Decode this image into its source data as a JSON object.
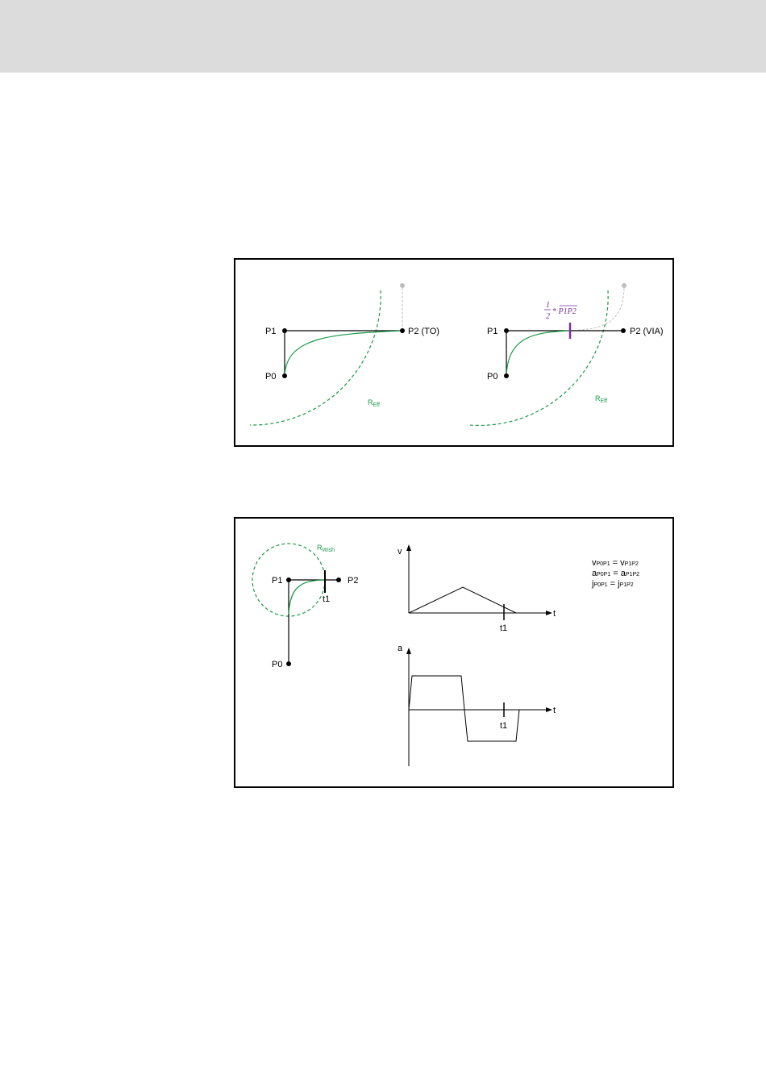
{
  "figure1": {
    "left": {
      "p1": "P1",
      "p0": "P0",
      "p2": "P2 (TO)",
      "radius_main": "R",
      "radius_sub": "Eff"
    },
    "right": {
      "p1": "P1",
      "p0": "P0",
      "p2": "P2 (VIA)",
      "radius_main": "R",
      "radius_sub": "Eff",
      "half_num": "1",
      "half_den": "2",
      "half_expr": "* P1P2"
    }
  },
  "figure2": {
    "path": {
      "p1": "P1",
      "p2": "P2",
      "p0": "P0",
      "t1": "t1",
      "radius_main": "R",
      "radius_sub": "Wish"
    },
    "velocity_chart": {
      "y_label": "v",
      "x_label": "t",
      "t1": "t1"
    },
    "accel_chart": {
      "y_label": "a",
      "x_label": "t",
      "t1": "t1"
    },
    "equations": [
      {
        "lhs_main": "v",
        "lhs_sub": "P0P1",
        "rhs_main": "v",
        "rhs_sub": "P1P2"
      },
      {
        "lhs_main": "a",
        "lhs_sub": "P0P1",
        "rhs_main": "a",
        "rhs_sub": "P1P2"
      },
      {
        "lhs_main": "j",
        "lhs_sub": "P0P1",
        "rhs_main": "j",
        "rhs_sub": "P1P2"
      }
    ]
  },
  "colors": {
    "green": "#1a9a4a",
    "purple": "#7a2ea0",
    "grey": "#bdbdbd"
  }
}
